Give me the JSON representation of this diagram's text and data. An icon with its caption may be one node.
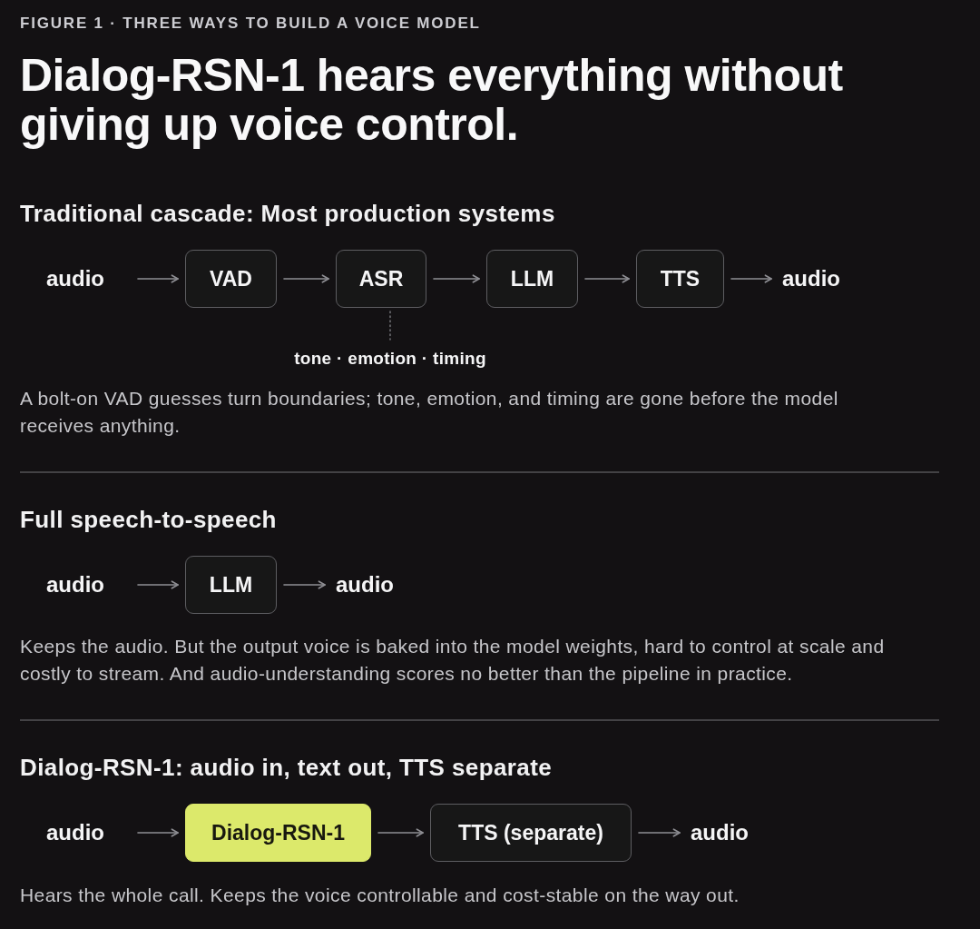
{
  "diagram": {
    "title": "Dialog-RSN-1 hears everything without giving up voice control.",
    "nodes": [
      {
        "text": [
          "audio"
        ]
      },
      {
        "text": [
          "VAD"
        ]
      },
      {
        "text": [
          "ASR"
        ]
      },
      {
        "text": [
          "LLM"
        ]
      },
      {
        "text": [
          "TTS"
        ]
      },
      {
        "text": [
          "audio"
        ]
      },
      {
        "text": [
          "tone · emotion · timing"
        ]
      },
      {
        "text": [
          "audio"
        ]
      },
      {
        "text": [
          "LLM"
        ]
      },
      {
        "text": [
          "audio"
        ]
      },
      {
        "text": [
          "audio"
        ]
      },
      {
        "text": [
          "Dialog-RSN-1"
        ]
      },
      {
        "text": [
          "TTS (separate)"
        ]
      },
      {
        "text": [
          "audio"
        ]
      }
    ],
    "edges": [
      {
        "from": 0,
        "to": 1,
        "arrow": "to"
      },
      {
        "from": 1,
        "to": 2,
        "arrow": "to"
      },
      {
        "from": 2,
        "to": 3,
        "arrow": "to"
      },
      {
        "from": 3,
        "to": 4,
        "arrow": "to"
      },
      {
        "from": 4,
        "to": 5,
        "arrow": "to"
      },
      {
        "from": 2,
        "to": 6,
        "arrow": "none",
        "style": "dashed"
      },
      {
        "from": 7,
        "to": 8,
        "arrow": "to"
      },
      {
        "from": 8,
        "to": 9,
        "arrow": "to"
      },
      {
        "from": 10,
        "to": 11,
        "arrow": "to"
      },
      {
        "from": 11,
        "to": 12,
        "arrow": "to"
      },
      {
        "from": 12,
        "to": 13,
        "arrow": "to"
      }
    ],
    "labels": [
      "FIGURE 1 · THREE WAYS TO BUILD A VOICE MODEL",
      "Traditional cascade: Most production systems",
      "A bolt-on VAD guesses turn boundaries; tone, emotion, and timing are gone before the model receives anything.",
      "Full speech-to-speech",
      "Keeps the audio. But the output voice is baked into the model weights, hard to control at scale and costly to stream. And audio-understanding scores no better than the pipeline in practice.",
      "Dialog-RSN-1: audio in, text out, TTS separate",
      "Hears the whole call. Keeps the voice controllable and cost-stable on the way out."
    ]
  }
}
